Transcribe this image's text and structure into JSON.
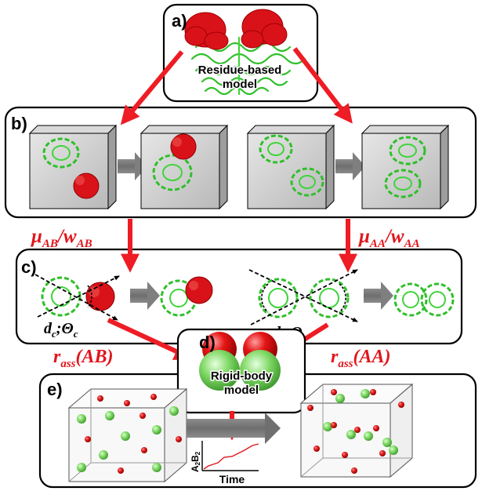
{
  "panels": {
    "a": {
      "label": "a)",
      "model": [
        "Residue-based",
        "model"
      ]
    },
    "b": {
      "label": "b)"
    },
    "c": {
      "label": "c)"
    },
    "d": {
      "label": "d)",
      "model": [
        "Rigid-body",
        "model"
      ]
    },
    "e": {
      "label": "e)"
    }
  },
  "params": {
    "mu_ab": {
      "base": "μ",
      "sub": "AB",
      "sep": "/",
      "base2": "w",
      "sub2": "AB"
    },
    "mu_aa": {
      "base": "μ",
      "sub": "AA",
      "sep": "/",
      "base2": "w",
      "sub2": "AA"
    },
    "r_ab": {
      "base": "r",
      "sub": "ass",
      "tail": "(AB)"
    },
    "r_aa": {
      "base": "r",
      "sub": "ass",
      "tail": "(AA)"
    },
    "dc1": {
      "base": "d",
      "sub": "c",
      "sep": ";Θ",
      "sub2": "c"
    },
    "dc2": {
      "base": "d",
      "sub": "c",
      "sep": ";Θ",
      "sub2": "c"
    }
  },
  "inset_plot": {
    "ylabel_base": "A",
    "ylabel_s1": "2",
    "ylabel_mid": "B",
    "ylabel_s2": "2",
    "xlabel": "Time"
  },
  "colors": {
    "protein_red": "#d9121a",
    "protein_green": "#3fcf3a",
    "arrow_red": "#ee1c24",
    "arrow_gray": "#7f7f7f",
    "frame": "#000000"
  }
}
